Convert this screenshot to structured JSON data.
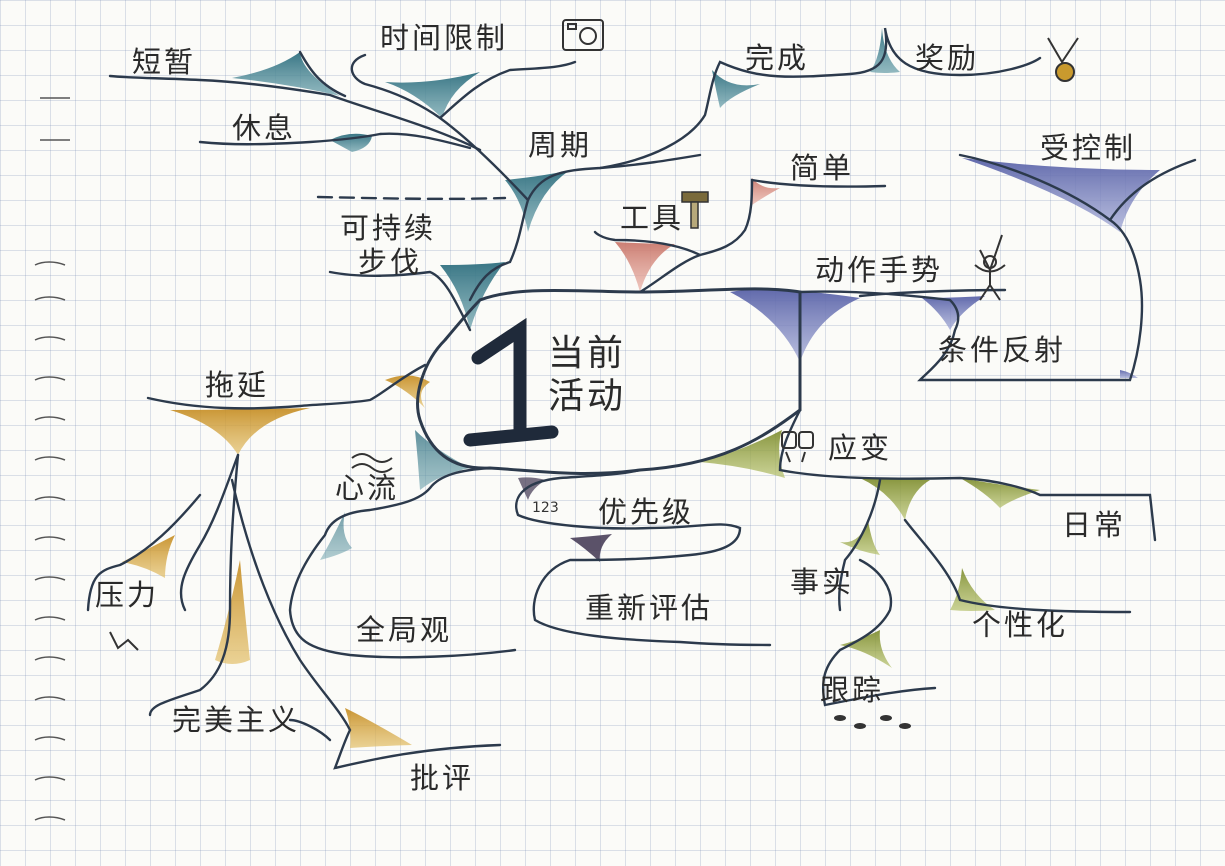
{
  "central_topic": {
    "number": "1",
    "line1": "当前",
    "line2": "活动"
  },
  "nodes": {
    "duanzan": "短暂",
    "shijian_xianzhi": "时间限制",
    "xiuxi": "休息",
    "zhouqi": "周期",
    "wancheng": "完成",
    "jiangli": "奖励",
    "shou_kongzhi": "受控制",
    "jiandan": "简单",
    "gongju": "工具",
    "kechixu_1": "可持续",
    "kechixu_2": "步伐",
    "dongzuo_shoushi": "动作手势",
    "tiaojian_fanshe": "条件反射",
    "tuoyan": "拖延",
    "xinliu": "心流",
    "yingbian": "应变",
    "youxianji": "优先级",
    "youxianji_badge": "123",
    "richang": "日常",
    "yali": "压力",
    "quanjuguan": "全局观",
    "chongxin_pinggu": "重新评估",
    "shishi": "事实",
    "gexinghua": "个性化",
    "wanmei_zhuyi": "完美主义",
    "genzong": "跟踪",
    "piping": "批评"
  },
  "colors": {
    "paper": "#fbfbf8",
    "grid": "#b8c2d6",
    "ink": "#2c3a4c",
    "teal": "#2f6f7f",
    "blue_violet": "#6a74b4",
    "pink": "#d98a7e",
    "ochre": "#c99a2e",
    "olive": "#8c9a3a",
    "dark_violet": "#3e3450"
  },
  "icons": [
    "camera-icon",
    "medal-icon",
    "hammer-icon",
    "stick-figure-icon",
    "chain-icon",
    "footprints-icon",
    "squiggle-icon"
  ]
}
